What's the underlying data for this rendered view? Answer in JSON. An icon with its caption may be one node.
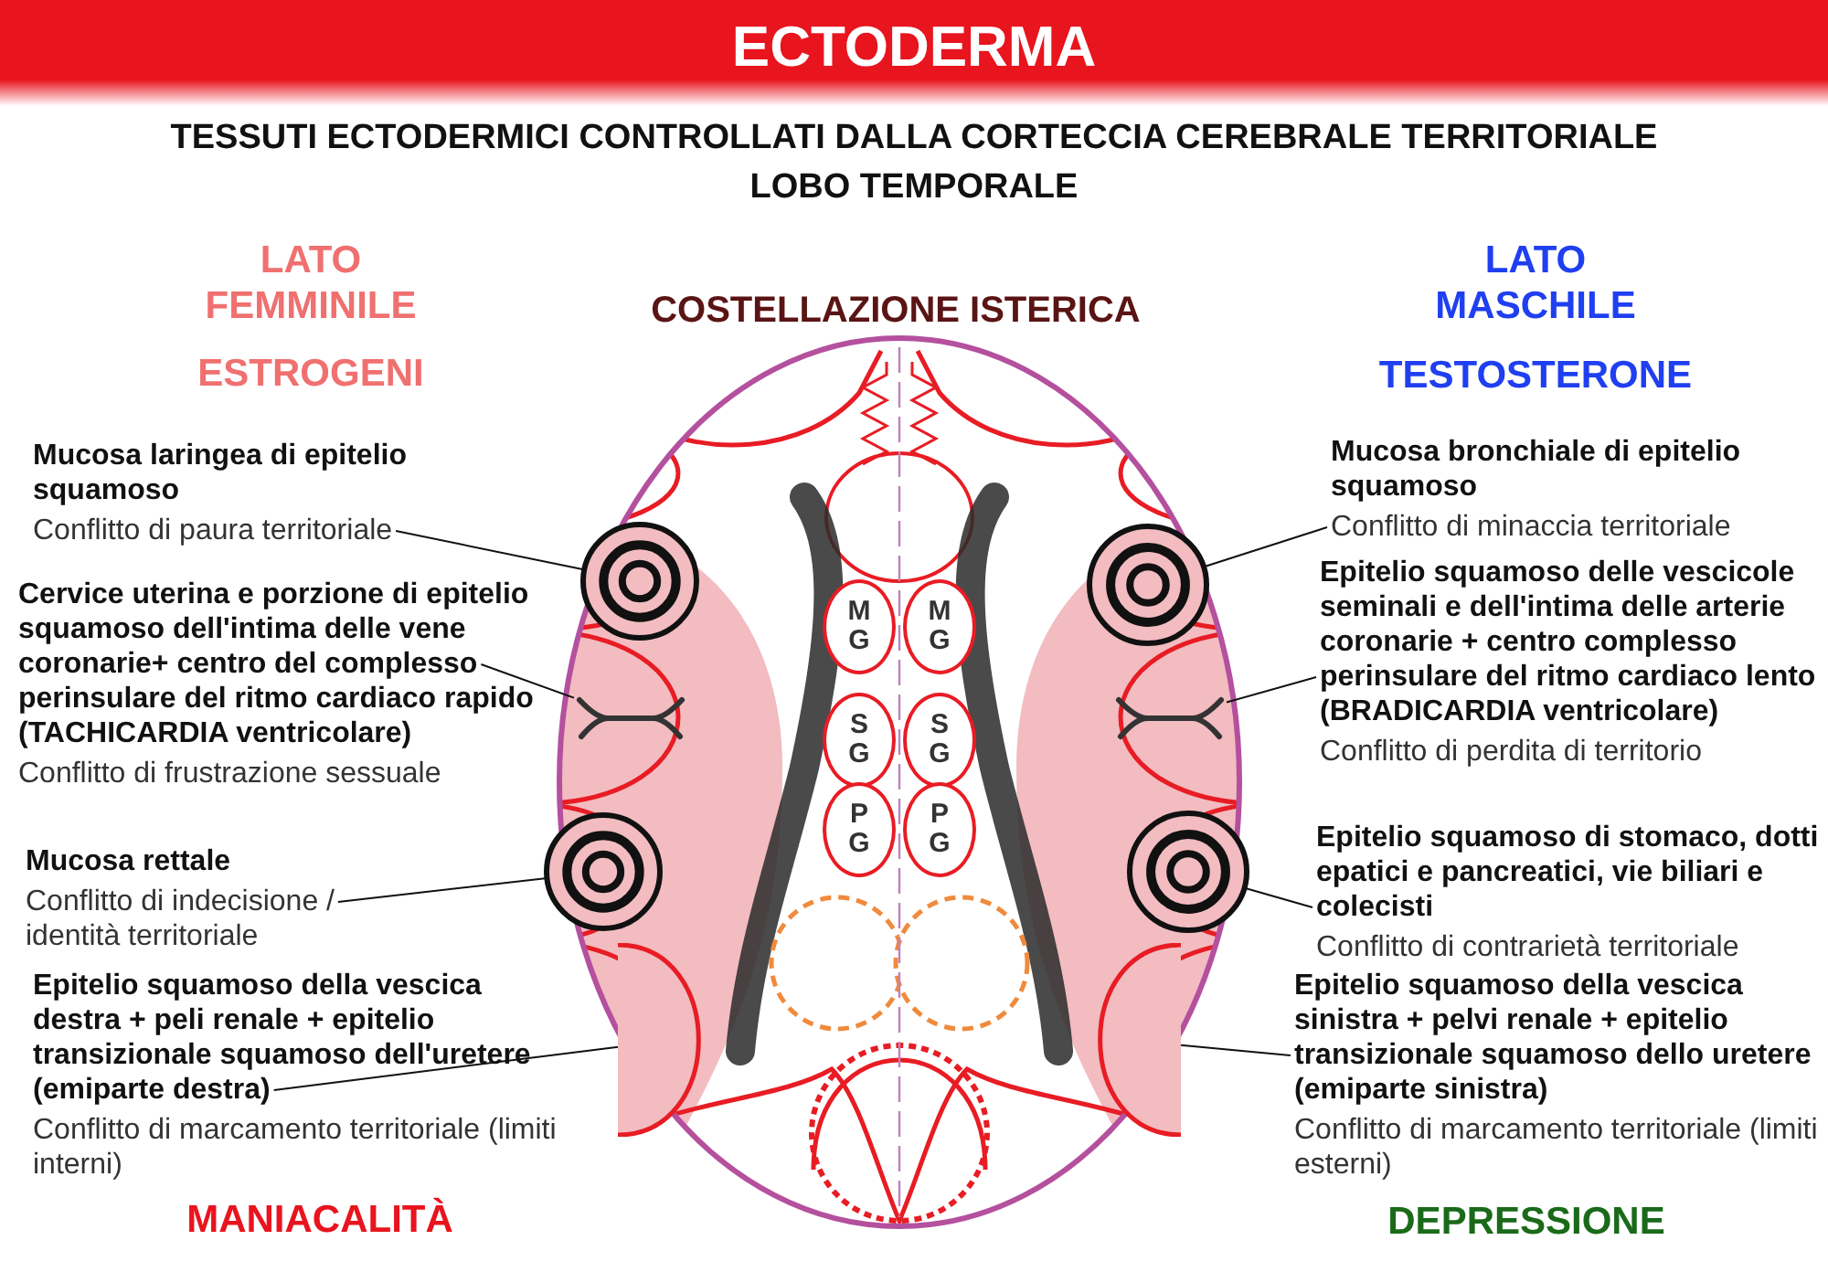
{
  "diagram": {
    "title": "ECTODERMA",
    "nodes": [
      {
        "text": [
          "Mucosa laringea di epitelio squamoso",
          "Conflitto di paura territoriale"
        ]
      },
      {
        "text": [
          "Cervice uterina e porzione di epitelio squamoso dell'intima delle vene coronarie+ centro del complesso perinsulare del ritmo cardiaco rapido (TACHICARDIA ventricolare)",
          "Conflitto di frustrazione sessuale"
        ]
      },
      {
        "text": [
          "Mucosa rettale",
          "Conflitto di indecisione / identità territoriale"
        ]
      },
      {
        "text": [
          "Epitelio squamoso della vescica destra + peli renale + epitelio transizionale squamoso dell'uretere (emiparte destra)",
          "Conflitto di marcamento territoriale (limiti interni)"
        ]
      },
      {
        "text": [
          "Mucosa bronchiale di epitelio squamoso",
          "Conflitto di minaccia territoriale"
        ]
      },
      {
        "text": [
          "Epitelio squamoso delle vescicole seminali e dell'intima delle arterie coronarie + centro complesso perinsulare del ritmo cardiaco lento (BRADICARDIA ventricolare)",
          "Conflitto di perdita di territorio"
        ]
      },
      {
        "text": [
          "Epitelio squamoso di stomaco, dotti epatici e pancreatici, vie biliari e colecisti",
          "Conflitto di contrarietà territoriale"
        ]
      },
      {
        "text": [
          "Epitelio squamoso della vescica sinistra + pelvi renale + epitelio transizionale squamoso dello uretere (emiparte sinistra)",
          "Conflitto di marcamento territoriale (limiti esterni)"
        ]
      },
      {
        "text": [],
        "shape": "circle"
      },
      {
        "text": [],
        "shape": "picture"
      },
      {
        "text": [],
        "shape": "circle"
      },
      {
        "text": [],
        "shape": "area"
      },
      {
        "text": [],
        "shape": "circle"
      },
      {
        "text": [],
        "shape": "picture"
      },
      {
        "text": [],
        "shape": "circle"
      },
      {
        "text": [],
        "shape": "area"
      },
      {
        "text": [
          "M G"
        ]
      },
      {
        "text": [
          "M G"
        ]
      },
      {
        "text": [
          "S G"
        ]
      },
      {
        "text": [
          "S G"
        ]
      },
      {
        "text": [
          "P G"
        ]
      },
      {
        "text": [
          "P G"
        ]
      }
    ],
    "edges": [
      {
        "from": 0,
        "to": 8,
        "arrow": "none"
      },
      {
        "from": 1,
        "to": 9,
        "arrow": "none"
      },
      {
        "from": 2,
        "to": 10,
        "arrow": "none"
      },
      {
        "from": 3,
        "to": 11,
        "arrow": "none"
      },
      {
        "from": 4,
        "to": 12,
        "arrow": "none"
      },
      {
        "from": 5,
        "to": 13,
        "arrow": "none"
      },
      {
        "from": 6,
        "to": 14,
        "arrow": "none"
      },
      {
        "from": 7,
        "to": 15,
        "arrow": "none"
      }
    ],
    "labels": [
      "TESSUTI ECTODERMICI CONTROLLATI DALLA CORTECCIA CEREBRALE TERRITORIALE LOBO TEMPORALE",
      "LATO FEMMINILE",
      "LATO MASCHILE",
      "COSTELLAZIONE ISTERICA",
      "ESTROGENI",
      "TESTOSTERONE",
      "MANIACALITÀ",
      "DEPRESSIONE"
    ]
  }
}
